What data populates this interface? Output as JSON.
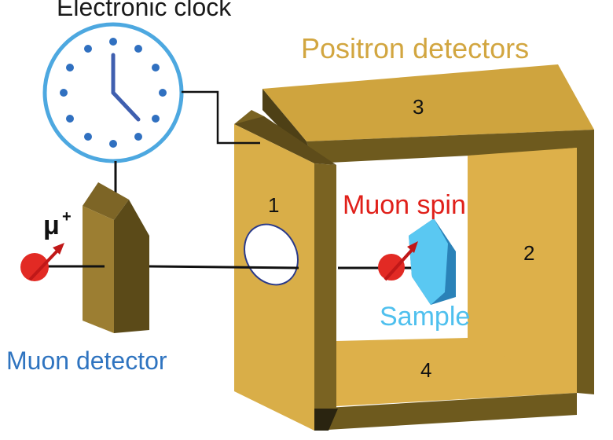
{
  "labels": {
    "clock": "Electronic clock",
    "positron_detectors": "Positron detectors",
    "muon_detector": "Muon detector",
    "muon_spin": "Muon spin",
    "sample": "Sample",
    "muon_symbol": "μ",
    "muon_charge": "+",
    "detector_1": "1",
    "detector_2": "2",
    "detector_3": "3",
    "detector_4": "4"
  },
  "colors": {
    "gold_front": "#D9AE48",
    "gold_side": "#6E5A1E",
    "gold_top": "#C99E3A",
    "muon_detector_front": "#9C7E32",
    "muon_detector_side": "#5B4A18",
    "clock_ring": "#4DA8E0",
    "clock_dots": "#3070C0",
    "clock_hands": "#3F5FAF",
    "label_gold": "#D2A640",
    "label_blue": "#2F74C0",
    "label_red": "#E0201A",
    "label_lightblue": "#4FC0EE",
    "sample_light": "#5AC8F2",
    "sample_dark": "#2A82B8",
    "muon_ball": "#E22A24"
  }
}
